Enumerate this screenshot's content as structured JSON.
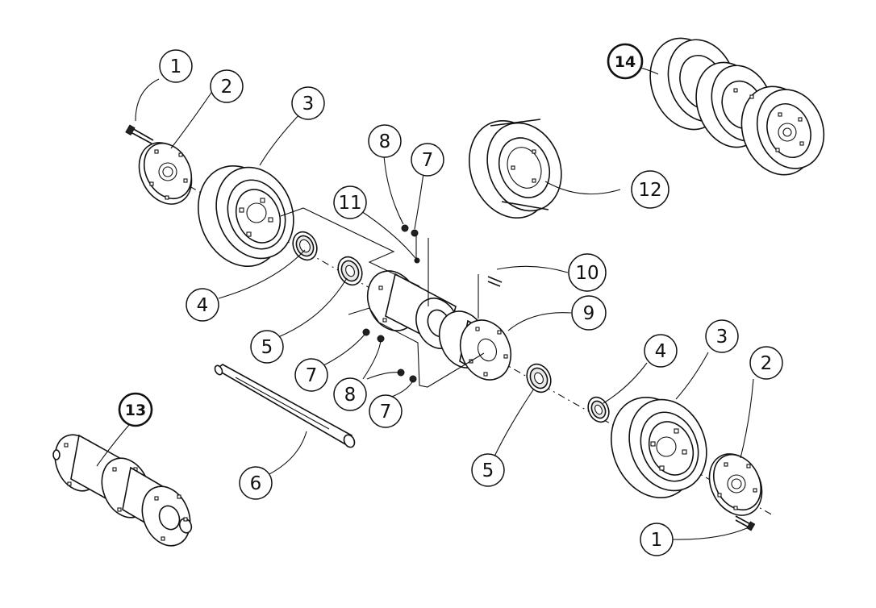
{
  "diagram": {
    "callouts": [
      {
        "id": "c1a",
        "label": "1"
      },
      {
        "id": "c2a",
        "label": "2"
      },
      {
        "id": "c3a",
        "label": "3"
      },
      {
        "id": "c4a",
        "label": "4"
      },
      {
        "id": "c5a",
        "label": "5"
      },
      {
        "id": "c6",
        "label": "6"
      },
      {
        "id": "c7a",
        "label": "7"
      },
      {
        "id": "c8a",
        "label": "8"
      },
      {
        "id": "c11",
        "label": "11"
      },
      {
        "id": "c12",
        "label": "12"
      },
      {
        "id": "c14",
        "label": "14"
      },
      {
        "id": "c10",
        "label": "10"
      },
      {
        "id": "c9",
        "label": "9"
      },
      {
        "id": "c7b",
        "label": "7"
      },
      {
        "id": "c8b",
        "label": "8"
      },
      {
        "id": "c7c",
        "label": "7"
      },
      {
        "id": "c13",
        "label": "13"
      },
      {
        "id": "c5b",
        "label": "5"
      },
      {
        "id": "c4b",
        "label": "4"
      },
      {
        "id": "c3b",
        "label": "3"
      },
      {
        "id": "c2b",
        "label": "2"
      },
      {
        "id": "c1b",
        "label": "1"
      }
    ]
  }
}
